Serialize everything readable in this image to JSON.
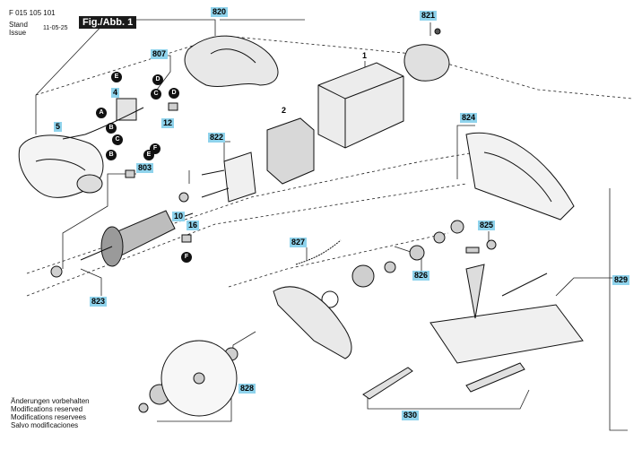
{
  "header": {
    "part_number": "F 015 105 101",
    "stand_label": "Stand",
    "issue_label": "Issue",
    "date": "11-05-25",
    "figure_tag": "Fig./Abb. 1"
  },
  "part_labels": [
    "820",
    "821",
    "1",
    "807",
    "4",
    "12",
    "5",
    "2",
    "822",
    "803",
    "10",
    "16",
    "824",
    "825",
    "827",
    "826",
    "823",
    "829",
    "828",
    "830"
  ],
  "callouts": [
    "E",
    "A",
    "B",
    "D",
    "C",
    "C",
    "D",
    "F",
    "B",
    "E",
    "F"
  ],
  "notes": [
    "Änderungen vorbehalten",
    "Modifications reserved",
    "Modifications reservees",
    "Salvo modificaciones"
  ],
  "colors": {
    "label_bg": "#8fd3ec",
    "callout_bg": "#111111",
    "line": "#222222"
  }
}
